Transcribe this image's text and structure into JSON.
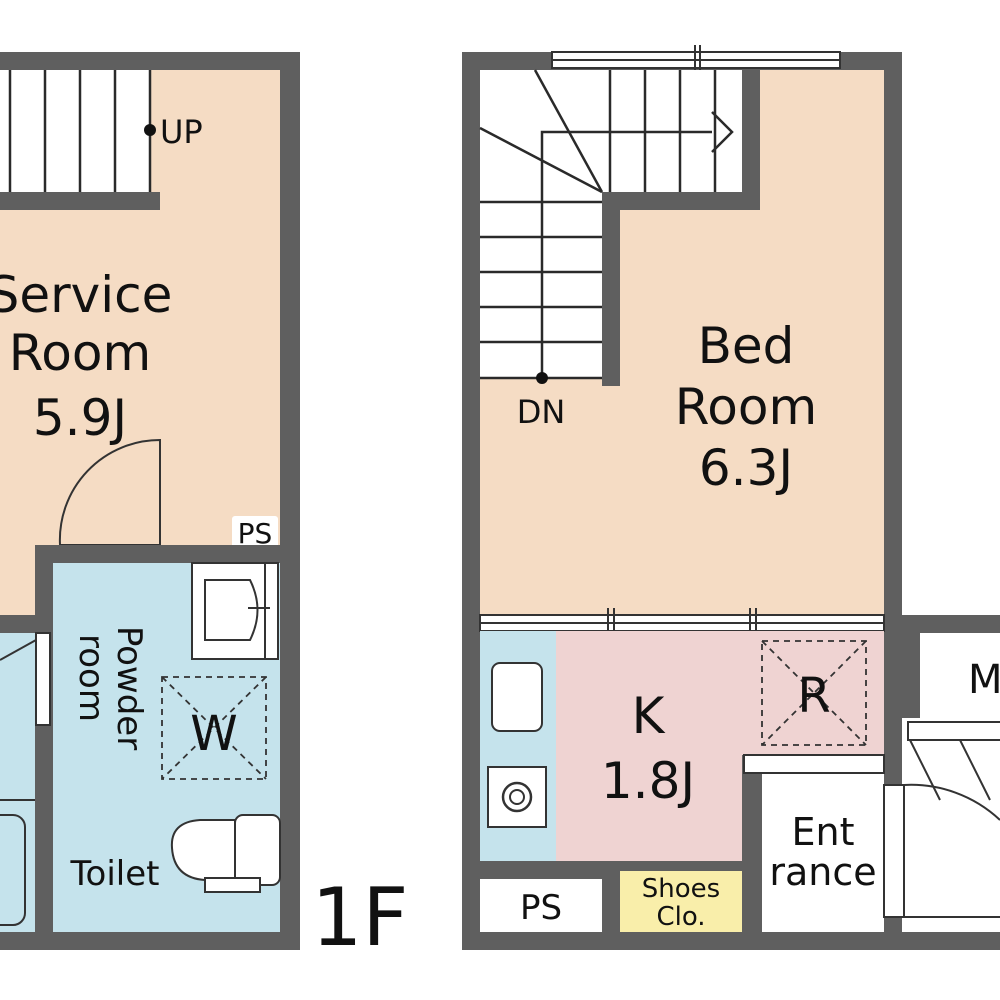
{
  "colors": {
    "wall": "#5f5f5f",
    "living": "#f5dcc4",
    "wet": "#c5e3ec",
    "kitchen": "#efd3d2",
    "closet": "#f9eeaa",
    "white": "#ffffff"
  },
  "left_floor": {
    "service_room": {
      "line1": "Service",
      "line2": "Room",
      "area": "5.9J"
    },
    "stairs_label": "UP",
    "ps_label": "PS",
    "powder_room": {
      "line1": "Powder",
      "line2": "room"
    },
    "washer_label": "W",
    "toilet_label": "Toilet"
  },
  "floor_label": "1F",
  "right_floor": {
    "bed_room": {
      "line1": "Bed",
      "line2": "Room",
      "area": "6.3J"
    },
    "stairs_label": "DN",
    "kitchen": {
      "label": "K",
      "area": "1.8J"
    },
    "fridge_label": "R",
    "entrance": {
      "line1": "Ent",
      "line2": "rance"
    },
    "ps_label": "PS",
    "shoes": {
      "line1": "Shoes",
      "line2": "Clo."
    },
    "cut_label": "M"
  }
}
